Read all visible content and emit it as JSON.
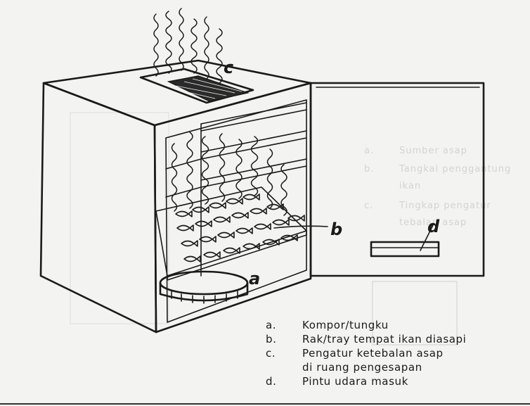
{
  "labels": {
    "a": "a",
    "b": "b",
    "c": "c",
    "d": "d"
  },
  "legend": [
    {
      "key": "a.",
      "lines": [
        "Kompor/tungku"
      ]
    },
    {
      "key": "b.",
      "lines": [
        "Rak/tray tempat ikan diasapi"
      ]
    },
    {
      "key": "c.",
      "lines": [
        "Pengatur ketebalan asap",
        "di ruang pengesapan"
      ]
    },
    {
      "key": "d.",
      "lines": [
        "Pintu udara masuk"
      ]
    }
  ],
  "show_through": {
    "lines": [
      {
        "key": "a.",
        "text": "Sumber asap"
      },
      {
        "key": "b.",
        "text": "Tangkai penggantung"
      },
      {
        "key": "",
        "text": "ikan"
      },
      {
        "key": "c.",
        "text": "Tingkap pengatur"
      },
      {
        "key": "",
        "text": "tebalan asap"
      }
    ]
  }
}
